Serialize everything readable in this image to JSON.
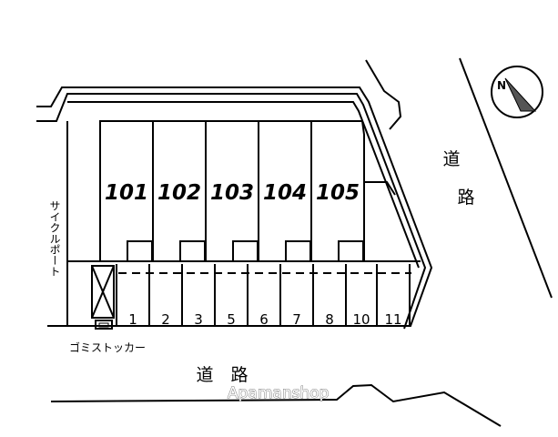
{
  "units": [
    "101",
    "102",
    "103",
    "104",
    "105"
  ],
  "parking_spaces": [
    "1",
    "2",
    "3",
    "5",
    "6",
    "7",
    "8",
    "10",
    "11"
  ],
  "road_label_right": [
    "道",
    "路"
  ],
  "road_label_bottom": "道　路",
  "cycle_port_label": "サイクルポート",
  "garbage_label": "ゴミストッカー",
  "watermark": "Apamanshop",
  "compass_letter": "N"
}
